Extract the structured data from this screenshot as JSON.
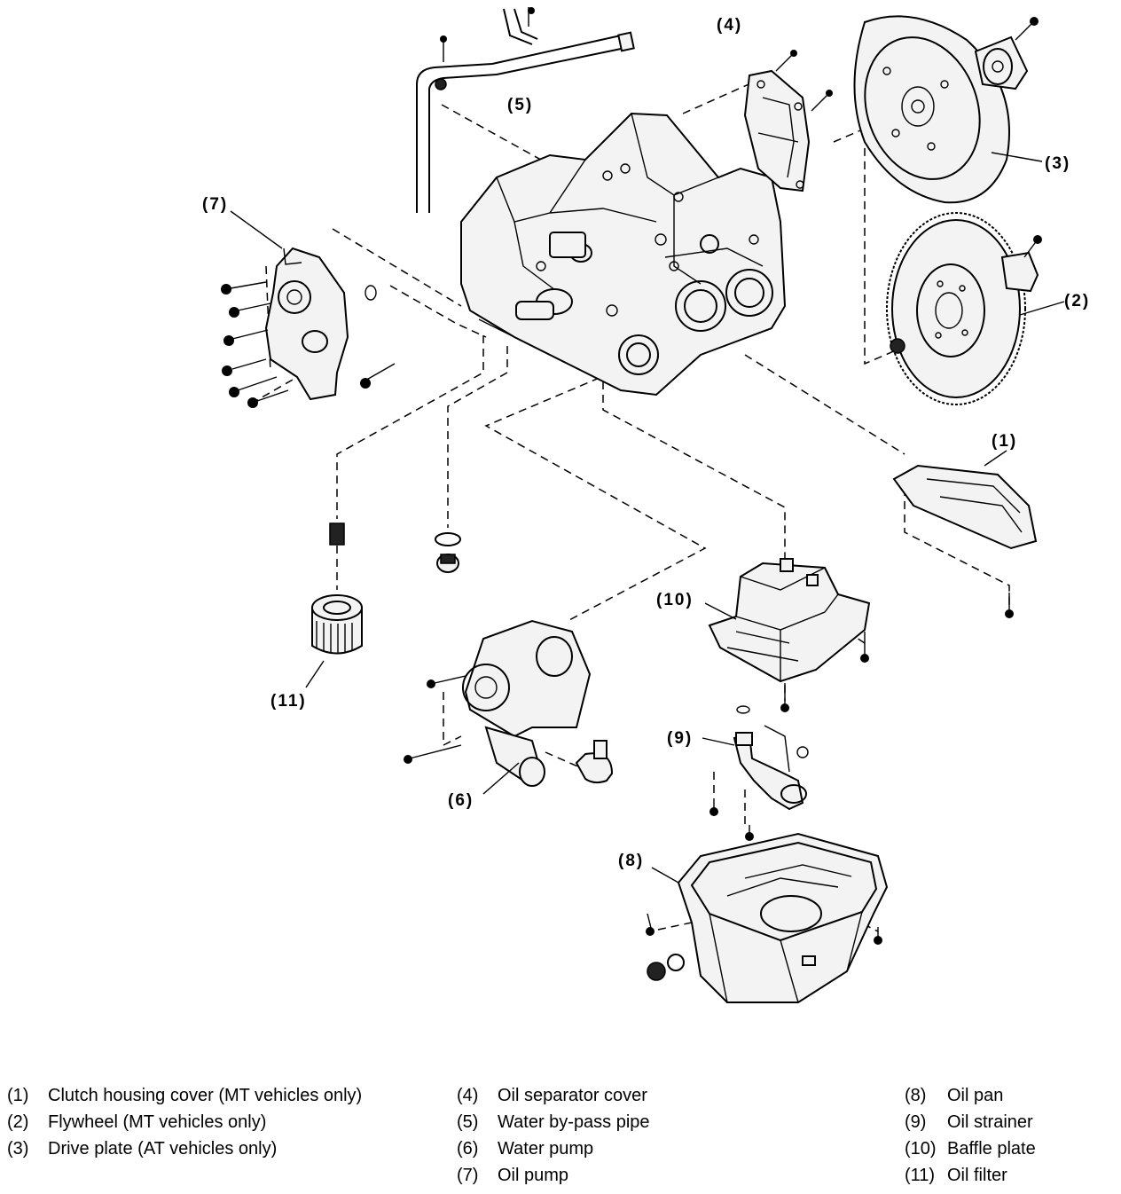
{
  "callouts": {
    "c1": "(1)",
    "c2": "(2)",
    "c3": "(3)",
    "c4": "(4)",
    "c5": "(5)",
    "c6": "(6)",
    "c7": "(7)",
    "c8": "(8)",
    "c9": "(9)",
    "c10": "(10)",
    "c11": "(11)"
  },
  "legend": {
    "col1": [
      {
        "num": "(1)",
        "text": "Clutch housing cover (MT vehicles only)"
      },
      {
        "num": "(2)",
        "text": "Flywheel (MT vehicles only)"
      },
      {
        "num": "(3)",
        "text": "Drive plate (AT vehicles only)"
      }
    ],
    "col2": [
      {
        "num": "(4)",
        "text": "Oil separator cover"
      },
      {
        "num": "(5)",
        "text": "Water by-pass pipe"
      },
      {
        "num": "(6)",
        "text": "Water pump"
      },
      {
        "num": "(7)",
        "text": "Oil pump"
      }
    ],
    "col3": [
      {
        "num": "(8)",
        "text": "Oil pan"
      },
      {
        "num": "(9)",
        "text": "Oil strainer"
      },
      {
        "num": "(10)",
        "text": "Baffle plate"
      },
      {
        "num": "(11)",
        "text": "Oil filter"
      }
    ]
  }
}
